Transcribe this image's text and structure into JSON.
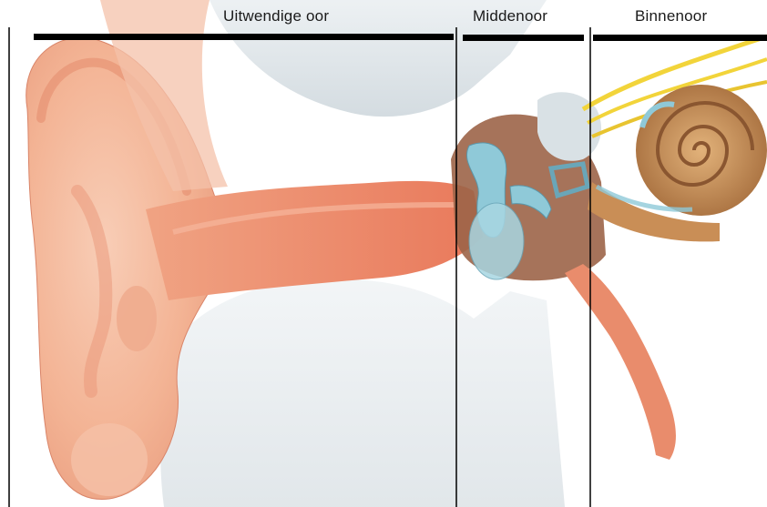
{
  "diagram": {
    "sections": [
      {
        "id": "outer",
        "label": "Uitwendige oor"
      },
      {
        "id": "middle",
        "label": "Middenoor"
      },
      {
        "id": "inner",
        "label": "Binnenoor"
      }
    ]
  },
  "colors": {
    "skin": "#f5b99c",
    "skin_dark": "#e8876a",
    "canal": "#ec8f6e",
    "bone": "#dfe6ea",
    "ossicle": "#8fc9d8",
    "cochlea": "#c98e56",
    "nerve": "#f2d43a",
    "cavity": "#a0684a",
    "line": "#000000"
  }
}
